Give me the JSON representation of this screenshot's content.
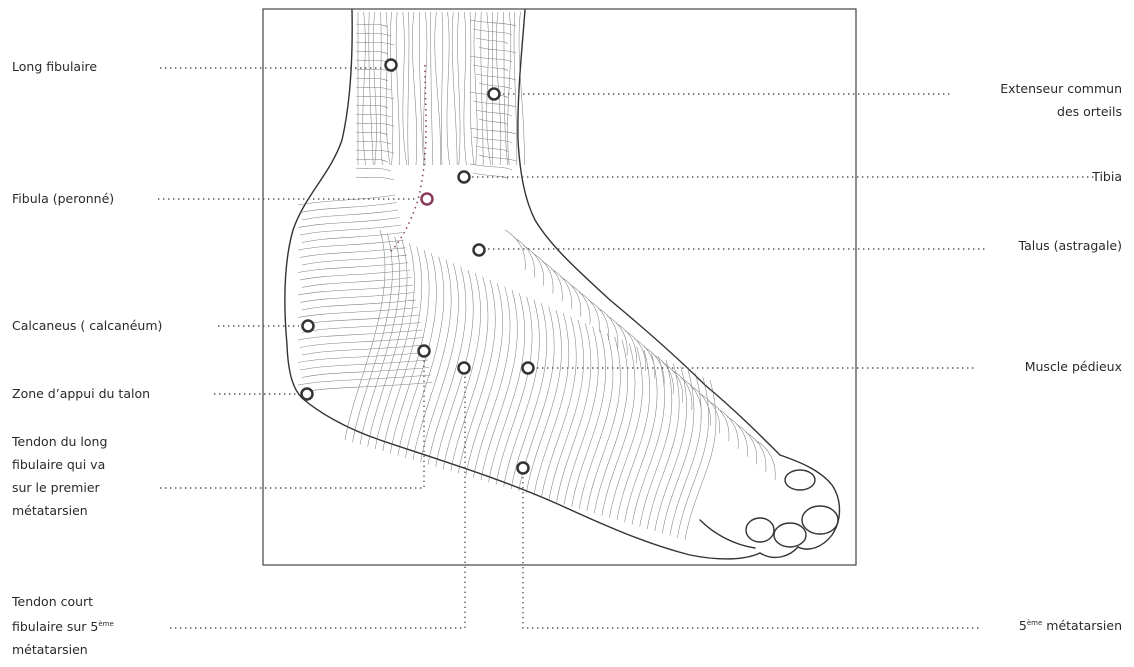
{
  "labels": {
    "long_fibulaire": "Long fibulaire",
    "extenseur_line1": "Extenseur commun",
    "extenseur_line2": "des orteils",
    "tibia": "Tibia",
    "fibula": "Fibula (peronné)",
    "talus": "Talus (astragale)",
    "calcaneus": "Calcaneus ( calcanéum)",
    "muscle_pedieux": "Muscle pédieux",
    "zone_appui": "Zone d’appui du talon",
    "tendon_long_1": "Tendon du long",
    "tendon_long_2": "fibulaire qui va",
    "tendon_long_3": "sur le premier",
    "tendon_long_4": "métatarsien",
    "tendon_court_1": "Tendon court",
    "tendon_court_2a": "fibulaire sur 5",
    "tendon_court_2b": "ème",
    "tendon_court_3": "métatarsien",
    "metatarsien_5_sup": "ème",
    "metatarsien_5_pre": "5",
    "metatarsien_5_text": " métatarsien"
  },
  "colors": {
    "ink": "#2a2a2a",
    "leader": "#555555",
    "fibula_marker": "#8a3a5a"
  }
}
